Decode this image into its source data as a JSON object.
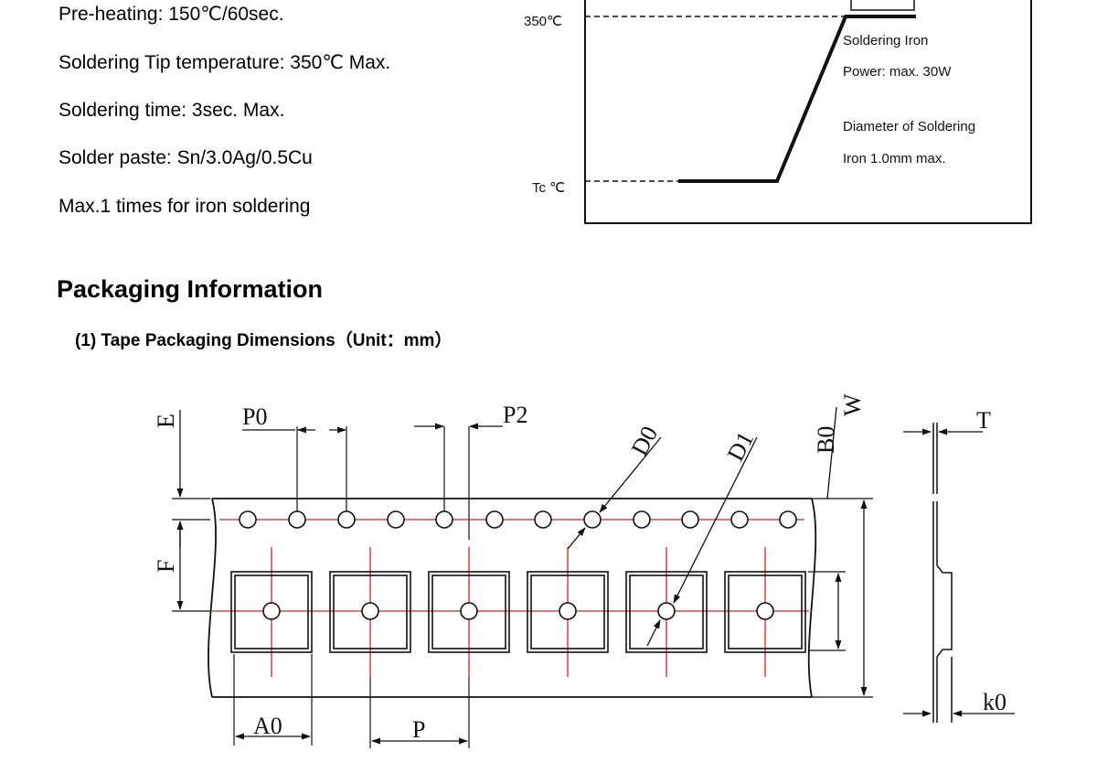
{
  "iron_soldering": {
    "lines": [
      "Pre-heating: 150℃/60sec.",
      "Soldering Tip temperature: 350℃ Max.",
      "Soldering time: 3sec. Max.",
      "Solder paste: Sn/3.0Ag/0.5Cu",
      "Max.1 times for iron soldering"
    ]
  },
  "profile_chart": {
    "label_350": "350℃",
    "label_tc": "Tc ℃",
    "note_line1": "Soldering Iron",
    "note_line2": "Power: max. 30W",
    "note_line3": "Diameter of Soldering",
    "note_line4": "Iron 1.0mm max."
  },
  "packaging": {
    "title": "Packaging Information",
    "subtitle": "(1) Tape Packaging Dimensions（Unit：mm）"
  },
  "tape_drawing": {
    "labels": {
      "E": "E",
      "F": "F",
      "P0": "P0",
      "P2": "P2",
      "D0": "D0",
      "D1": "D1",
      "B0": "B0",
      "W": "W",
      "T": "T",
      "A0": "A0",
      "P": "P",
      "k0": "k0"
    },
    "colors": {
      "line": "#111111",
      "centerline": "#d42020"
    }
  }
}
